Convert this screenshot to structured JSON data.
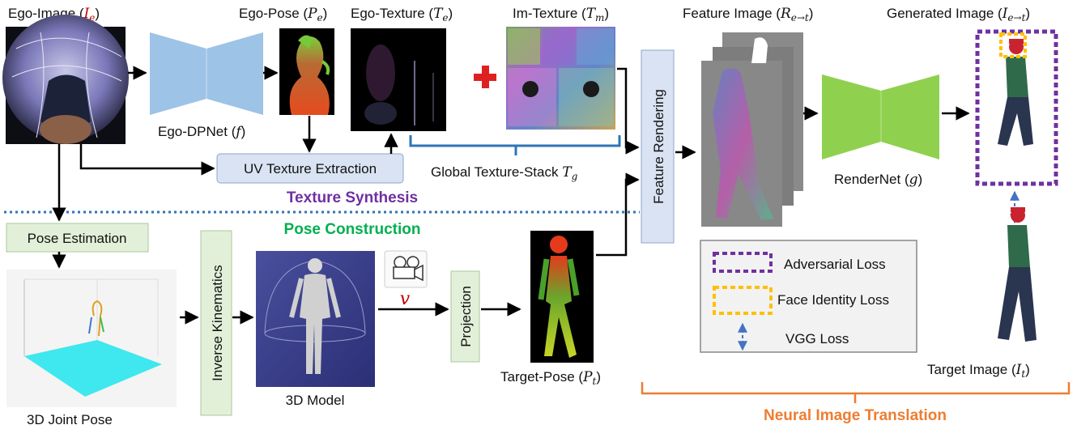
{
  "labels": {
    "ego_image": "Ego-Image",
    "ego_image_sym": "I",
    "ego_image_sub": "e",
    "ego_pose": "Ego-Pose",
    "ego_pose_sym": "P",
    "ego_pose_sub": "e",
    "ego_texture": "Ego-Texture",
    "ego_texture_sym": "T",
    "ego_texture_sub": "e",
    "im_texture": "Im-Texture",
    "im_texture_sym": "T",
    "im_texture_sub": "m",
    "feature_image": "Feature Image",
    "feature_image_sym": "R",
    "feature_image_sub": "e→t",
    "generated_image": "Generated Image",
    "generated_image_sym": "I",
    "generated_image_sub": "e→t",
    "ego_dpnet": "Ego-DPNet",
    "ego_dpnet_sym": "f",
    "uv_texture_extraction": "UV Texture Extraction",
    "global_texture_stack": "Global Texture-Stack",
    "global_texture_stack_sym": "T",
    "global_texture_stack_sub": "g",
    "texture_synthesis": "Texture Synthesis",
    "pose_construction": "Pose Construction",
    "pose_estimation": "Pose Estimation",
    "joint_pose_3d": "3D Joint Pose",
    "inverse_kinematics": "Inverse Kinematics",
    "model_3d": "3D Model",
    "viewpoint_sym": "v",
    "projection": "Projection",
    "target_pose": "Target-Pose",
    "target_pose_sym": "P",
    "target_pose_sub": "t",
    "feature_rendering": "Feature Rendering",
    "rendernet": "RenderNet",
    "rendernet_sym": "g",
    "target_image": "Target Image",
    "target_image_sym": "I",
    "target_image_sub": "t",
    "adversarial_loss": "Adversarial Loss",
    "face_identity_loss": "Face Identity Loss",
    "vgg_loss": "VGG Loss",
    "neural_image_translation": "Neural Image Translation"
  },
  "colors": {
    "texture_synthesis": "#7030a0",
    "pose_construction": "#00b050",
    "neural_image_translation": "#ed7d31",
    "ego_image_sym": "#c00000",
    "viewpoint_sym": "#c00000",
    "plus": "#e02020",
    "net_blue": "#9dc3e6",
    "net_green": "#8fd14f",
    "green_box": "#e2f0d9",
    "blue_box": "#dae3f3",
    "adversarial": "#7030a0",
    "face": "#ffc000",
    "divider": "#2e75b6"
  }
}
